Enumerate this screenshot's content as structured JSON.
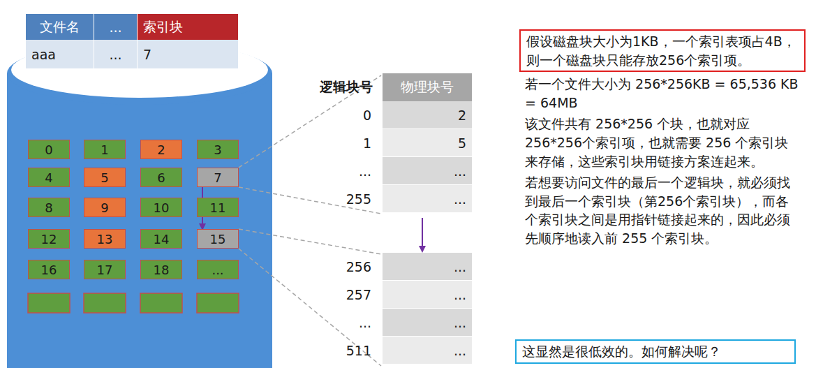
{
  "diagram": {
    "nodes": [
      {
        "text": [
          "0"
        ]
      },
      {
        "text": [
          "1"
        ]
      },
      {
        "text": [
          "2"
        ]
      },
      {
        "text": [
          "3"
        ]
      },
      {
        "text": [
          "4"
        ]
      },
      {
        "text": [
          "5"
        ]
      },
      {
        "text": [
          "6"
        ]
      },
      {
        "text": [
          "7"
        ]
      },
      {
        "text": [
          "8"
        ]
      },
      {
        "text": [
          "9"
        ]
      },
      {
        "text": [
          "10"
        ]
      },
      {
        "text": [
          "11"
        ]
      },
      {
        "text": [
          "12"
        ]
      },
      {
        "text": [
          "13"
        ]
      },
      {
        "text": [
          "14"
        ]
      },
      {
        "text": [
          "15"
        ]
      },
      {
        "text": [
          "16"
        ]
      },
      {
        "text": [
          "17"
        ]
      },
      {
        "text": [
          "18"
        ]
      },
      {
        "text": [
          "..."
        ]
      },
      {
        "text": [
          "假设磁盘块大小为1KB，一个索引表项占4B，则一个磁盘块只能存放256个索引项。"
        ]
      },
      {
        "text": [
          "这显然是很低效的。如何解决呢？"
        ]
      }
    ],
    "edges": [
      {
        "from": 7,
        "to": 15,
        "arrow": "to"
      }
    ],
    "labels": [
      "文件名",
      "...",
      "索引块",
      "aaa",
      "...",
      "7",
      "逻辑块号",
      "物理块号",
      "0",
      "2",
      "1",
      "5",
      "...",
      "...",
      "255",
      "...",
      "256",
      "...",
      "257",
      "...",
      "...",
      "...",
      "511",
      "...",
      "若一个文件大小为 256*256KB = 65,536 KB = 64MB",
      "该文件共有 256*256 个块，也就对应256*256个索引项，也就需要 256 个索引块来存储，这些索引块用链接方案连起来。",
      "若想要访问文件的最后一个逻辑块，就必须找到最后一个索引块（第256个索引块），而各个索引块之间是用指针链接起来的，因此必须先顺序地读入前 255 个索引块。"
    ]
  }
}
